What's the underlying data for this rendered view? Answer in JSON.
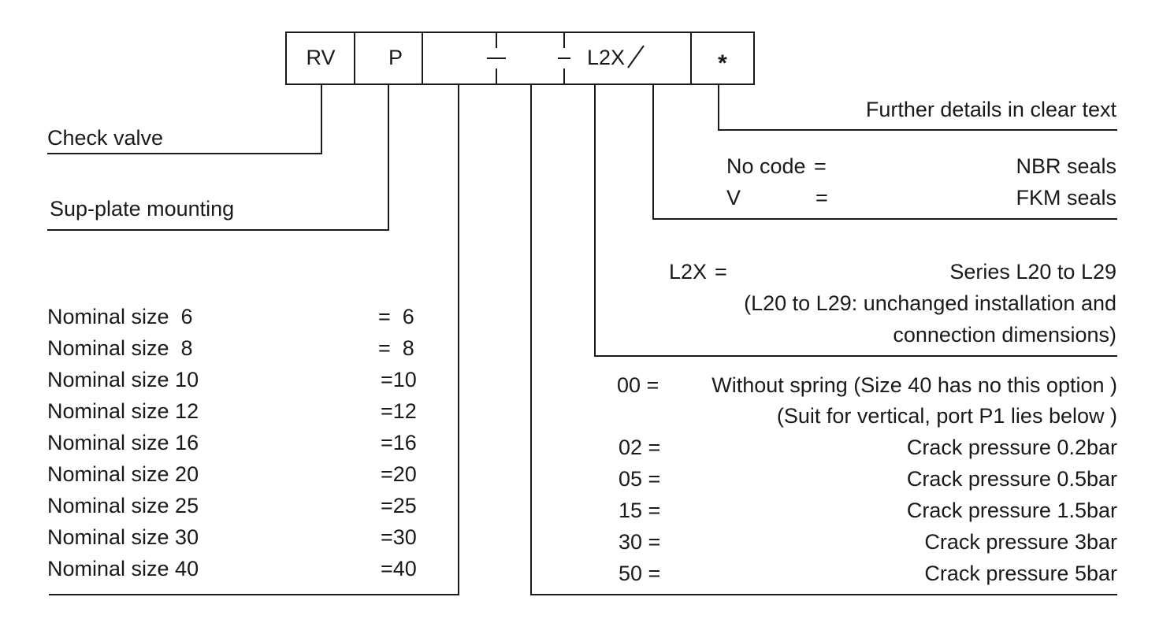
{
  "code_boxes": {
    "rv": "RV",
    "p": "P",
    "series": "L2X",
    "star": "*"
  },
  "check_valve": {
    "label": "Check valve"
  },
  "mounting": {
    "label": "Sup-plate mounting"
  },
  "nominal_sizes": [
    {
      "label": "Nominal size  6",
      "code": "=  6"
    },
    {
      "label": "Nominal size  8",
      "code": "=  8"
    },
    {
      "label": "Nominal size 10",
      "code": "=10"
    },
    {
      "label": "Nominal size 12",
      "code": "=12"
    },
    {
      "label": "Nominal size 16",
      "code": "=16"
    },
    {
      "label": "Nominal size 20",
      "code": "=20"
    },
    {
      "label": "Nominal size 25",
      "code": "=25"
    },
    {
      "label": "Nominal size 30",
      "code": "=30"
    },
    {
      "label": "Nominal size 40",
      "code": "=40"
    }
  ],
  "further_details": {
    "label": "Further details in clear text"
  },
  "seals": [
    {
      "code": "No code",
      "eq": "=",
      "value": "NBR seals"
    },
    {
      "code": "V",
      "eq": "=",
      "value": "FKM seals"
    }
  ],
  "series": {
    "code": "L2X",
    "eq": "=",
    "value": "Series L20 to L29",
    "note_line1": "(L20 to L29: unchanged installation and",
    "note_line2": "connection dimensions)"
  },
  "spring_options": {
    "without_spring": {
      "code": "00 =",
      "value": "Without spring (Size 40 has no this option )",
      "note": "(Suit for vertical, port P1 lies below )"
    },
    "crack": [
      {
        "code": "02 =",
        "value": "Crack pressure 0.2bar"
      },
      {
        "code": "05 =",
        "value": "Crack pressure 0.5bar"
      },
      {
        "code": "15 =",
        "value": "Crack pressure 1.5bar"
      },
      {
        "code": "30 =",
        "value": "Crack pressure 3bar"
      },
      {
        "code": "50 =",
        "value": "Crack pressure 5bar"
      }
    ]
  }
}
